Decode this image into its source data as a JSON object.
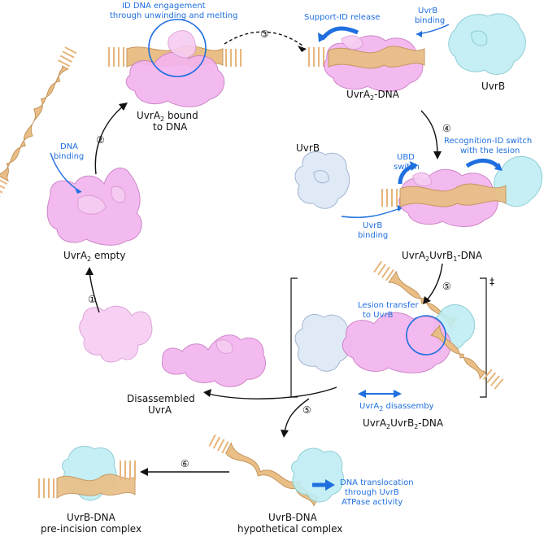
{
  "labels": {
    "uvra2_empty": "UvrA",
    "uvra2_empty_sub": "2",
    "uvra2_empty_tail": " empty",
    "bound_1": "UvrA",
    "bound_1_sub": "2",
    "bound_1_tail": " bound",
    "bound_2": "to DNA",
    "uvra2_dna": "UvrA",
    "uvra2_dna_sub": "2",
    "uvra2_dna_tail": "-DNA",
    "uvrb_top": "UvrB",
    "uvrb_mid": "UvrB",
    "b1_a": "UvrA",
    "b1_a_sub": "2",
    "b1_b": "UvrB",
    "b1_b_sub": "1",
    "b1_tail": "-DNA",
    "b2_a": "UvrA",
    "b2_a_sub": "2",
    "b2_b": "UvrB",
    "b2_b_sub": "2",
    "b2_tail": "-DNA",
    "disassembled_1": "Disassembled",
    "disassembled_2": "UvrA",
    "hyp_1": "UvrB-DNA",
    "hyp_2": "hypothetical complex",
    "pre_1": "UvrB-DNA",
    "pre_2": "pre-incision complex",
    "dagger": "‡"
  },
  "annotations": {
    "dna_binding_1": "DNA",
    "dna_binding_2": "binding",
    "id_engage_1": "ID DNA engagement",
    "id_engage_2": "through unwinding and melting",
    "support_release": "Support-ID release",
    "uvrb_binding_top_1": "UvrB",
    "uvrb_binding_top_2": "binding",
    "recog_switch_1": "Recognition-ID switch",
    "recog_switch_2": "with the lesion",
    "ubd_1": "UBD",
    "ubd_2": "switch",
    "uvrb_binding_mid_1": "UvrB",
    "uvrb_binding_mid_2": "binding",
    "lesion_1": "Lesion transfer",
    "lesion_2": "to UvrB",
    "disassembly": "UvrA",
    "disassembly_sub": "2",
    "disassembly_tail": " disassemby",
    "transloc_1": "DNA translocation",
    "transloc_2": "through UvrB",
    "transloc_3": "ATPase activity"
  },
  "steps": {
    "s1": "①",
    "s2": "②",
    "s3": "③",
    "s4": "④",
    "s5a": "⑤",
    "s5b": "⑤",
    "s6": "⑥"
  },
  "colors": {
    "uvra": "#f3b5ee",
    "uvrb": "#bfeef3",
    "uvrb_unbound": "#dfe8f6",
    "dna": "#e9bf87",
    "annotation_blue": "#1f6fe0"
  }
}
